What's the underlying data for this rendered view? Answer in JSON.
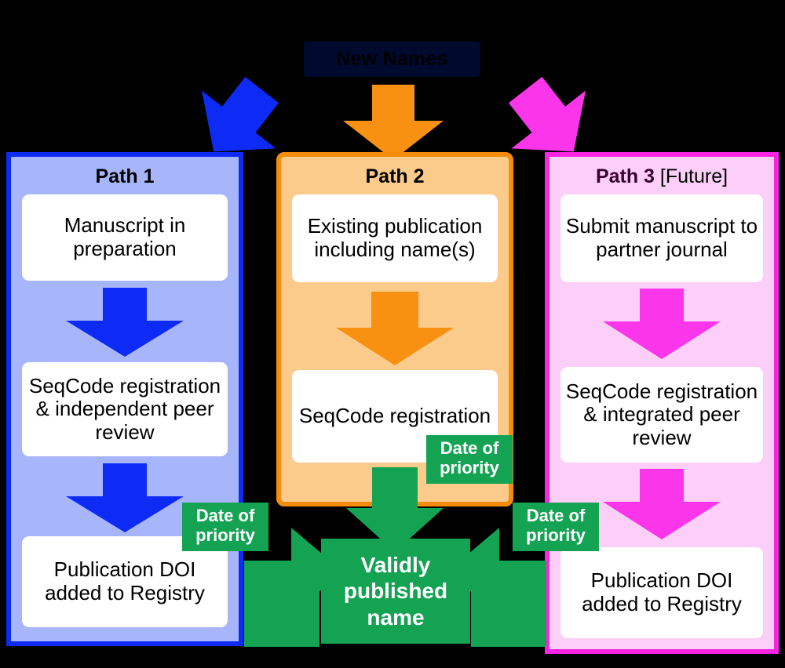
{
  "diagram": {
    "title": "New Names",
    "colors": {
      "path1_border": "#0D2BF5",
      "path1_fill": "#A7B5FB",
      "path1_arrow": "#0D2BF5",
      "path2_border": "#F58C0B",
      "path2_fill": "#FBCB8C",
      "path2_arrow": "#F89112",
      "path3_border": "#FA25E2",
      "path3_fill": "#FBCFF7",
      "path3_arrow": "#FA35EA",
      "green": "#14A353",
      "title_box": "#000A2E",
      "card": "#FFFFFF",
      "background": "#000000"
    },
    "paths": [
      {
        "id": "path1",
        "title": "Path 1",
        "suffix": "",
        "steps": [
          "Manuscript in preparation",
          "SeqCode registration & independent peer review",
          "Publication DOI added to Registry"
        ]
      },
      {
        "id": "path2",
        "title": "Path 2",
        "suffix": "",
        "steps": [
          "Existing publication including name(s)",
          "SeqCode registration"
        ]
      },
      {
        "id": "path3",
        "title": "Path 3",
        "suffix": " [Future]",
        "steps": [
          "Submit manuscript to partner journal",
          "SeqCode registration & integrated peer review",
          "Publication DOI added to Registry"
        ]
      }
    ],
    "outcome": {
      "label": "Validly published name",
      "priority_tags": [
        "Date of priority",
        "Date of priority",
        "Date of priority"
      ]
    }
  }
}
